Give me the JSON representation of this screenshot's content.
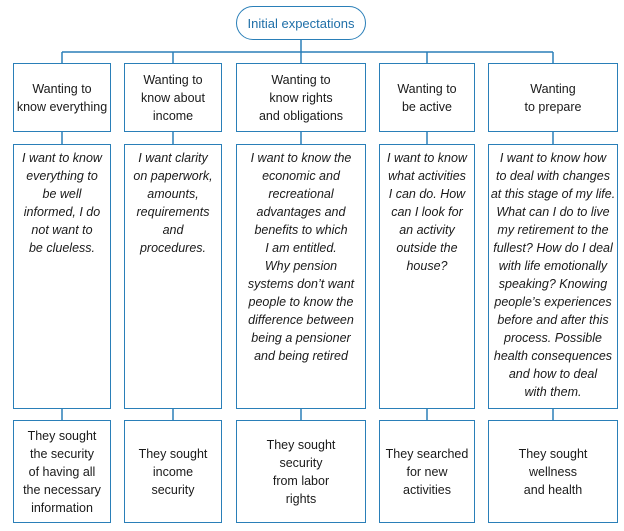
{
  "root": {
    "label": "Initial expectations"
  },
  "columns": [
    {
      "heading": "Wanting to\nknow everything",
      "expectation": "I want to know\neverything to\nbe well\ninformed, I do\nnot want to\nbe clueless.",
      "outcome": "They sought\nthe security\nof having all\nthe necessary\ninformation"
    },
    {
      "heading": "Wanting to\nknow about\nincome",
      "expectation": "I want clarity\non paperwork,\namounts,\nrequirements\nand\nprocedures.",
      "outcome": "They sought\nincome\nsecurity"
    },
    {
      "heading": "Wanting to\nknow rights\nand obligations",
      "expectation": "I want to know the\neconomic and\nrecreational\nadvantages and\nbenefits to which\nI am entitled.\nWhy pension\nsystems don’t want\npeople to know the\ndifference between\nbeing a pensioner\nand being retired",
      "outcome": "They sought\nsecurity\nfrom labor\nrights"
    },
    {
      "heading": "Wanting to\nbe active",
      "expectation": "I want to know\nwhat activities\nI can do. How\ncan I look for\nan activity\noutside the\nhouse?",
      "outcome": "They searched\nfor new\nactivities"
    },
    {
      "heading": "Wanting\nto prepare",
      "expectation": "I want to know how\nto deal with changes\nat this stage of my life.\nWhat can I do to live\nmy retirement to the\nfullest? How do I deal\nwith life emotionally\nspeaking? Knowing\npeople’s experiences\nbefore and after this\nprocess. Possible\nhealth consequences\nand how to deal\nwith them.",
      "outcome": "They sought\nwellness\nand health"
    }
  ]
}
